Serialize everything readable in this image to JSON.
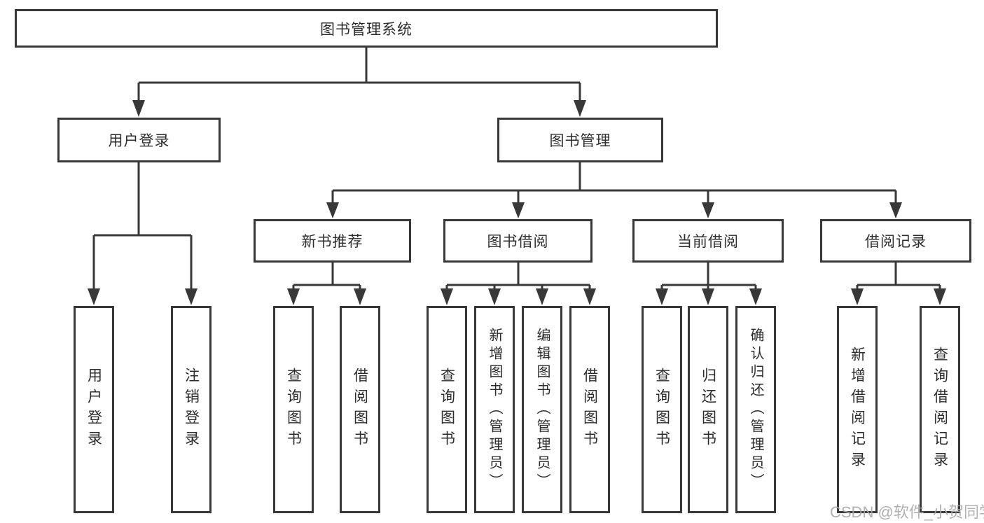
{
  "diagram": {
    "root": {
      "label": "图书管理系统"
    },
    "branches": [
      {
        "label": "用户登录"
      },
      {
        "label": "图书管理"
      }
    ],
    "modules": [
      {
        "label": "新书推荐"
      },
      {
        "label": "图书借阅"
      },
      {
        "label": "当前借阅"
      },
      {
        "label": "借阅记录"
      }
    ],
    "leaves": [
      {
        "label": "用户登录"
      },
      {
        "label": "注销登录"
      },
      {
        "label": "查询图书"
      },
      {
        "label": "借阅图书"
      },
      {
        "label": "查询图书"
      },
      {
        "label": "新增图书（管理员）"
      },
      {
        "label": "编辑图书（管理员）"
      },
      {
        "label": "借阅图书"
      },
      {
        "label": "查询图书"
      },
      {
        "label": "归还图书"
      },
      {
        "label": "确认归还（管理员）"
      },
      {
        "label": "新增借阅记录"
      },
      {
        "label": "查询借阅记录"
      }
    ]
  },
  "watermark": "CSDN @软件_小贺同学",
  "colors": {
    "line": "#383838",
    "text": "#2d2d2d",
    "watermark": "#a8a8a8",
    "background": "#ffffff"
  }
}
